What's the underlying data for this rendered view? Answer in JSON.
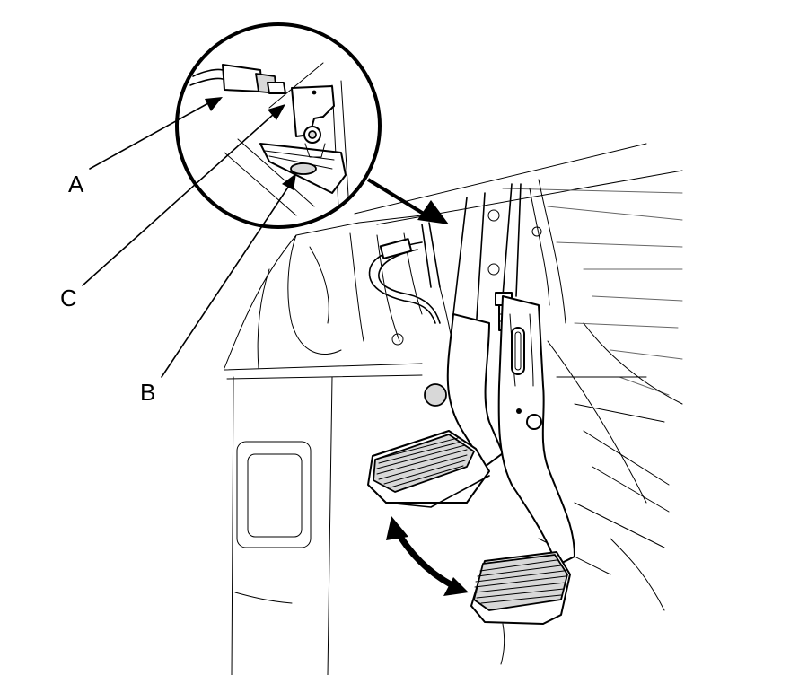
{
  "callouts": [
    {
      "id": "A",
      "text": "A"
    },
    {
      "id": "B",
      "text": "B"
    },
    {
      "id": "C",
      "text": "C"
    }
  ]
}
